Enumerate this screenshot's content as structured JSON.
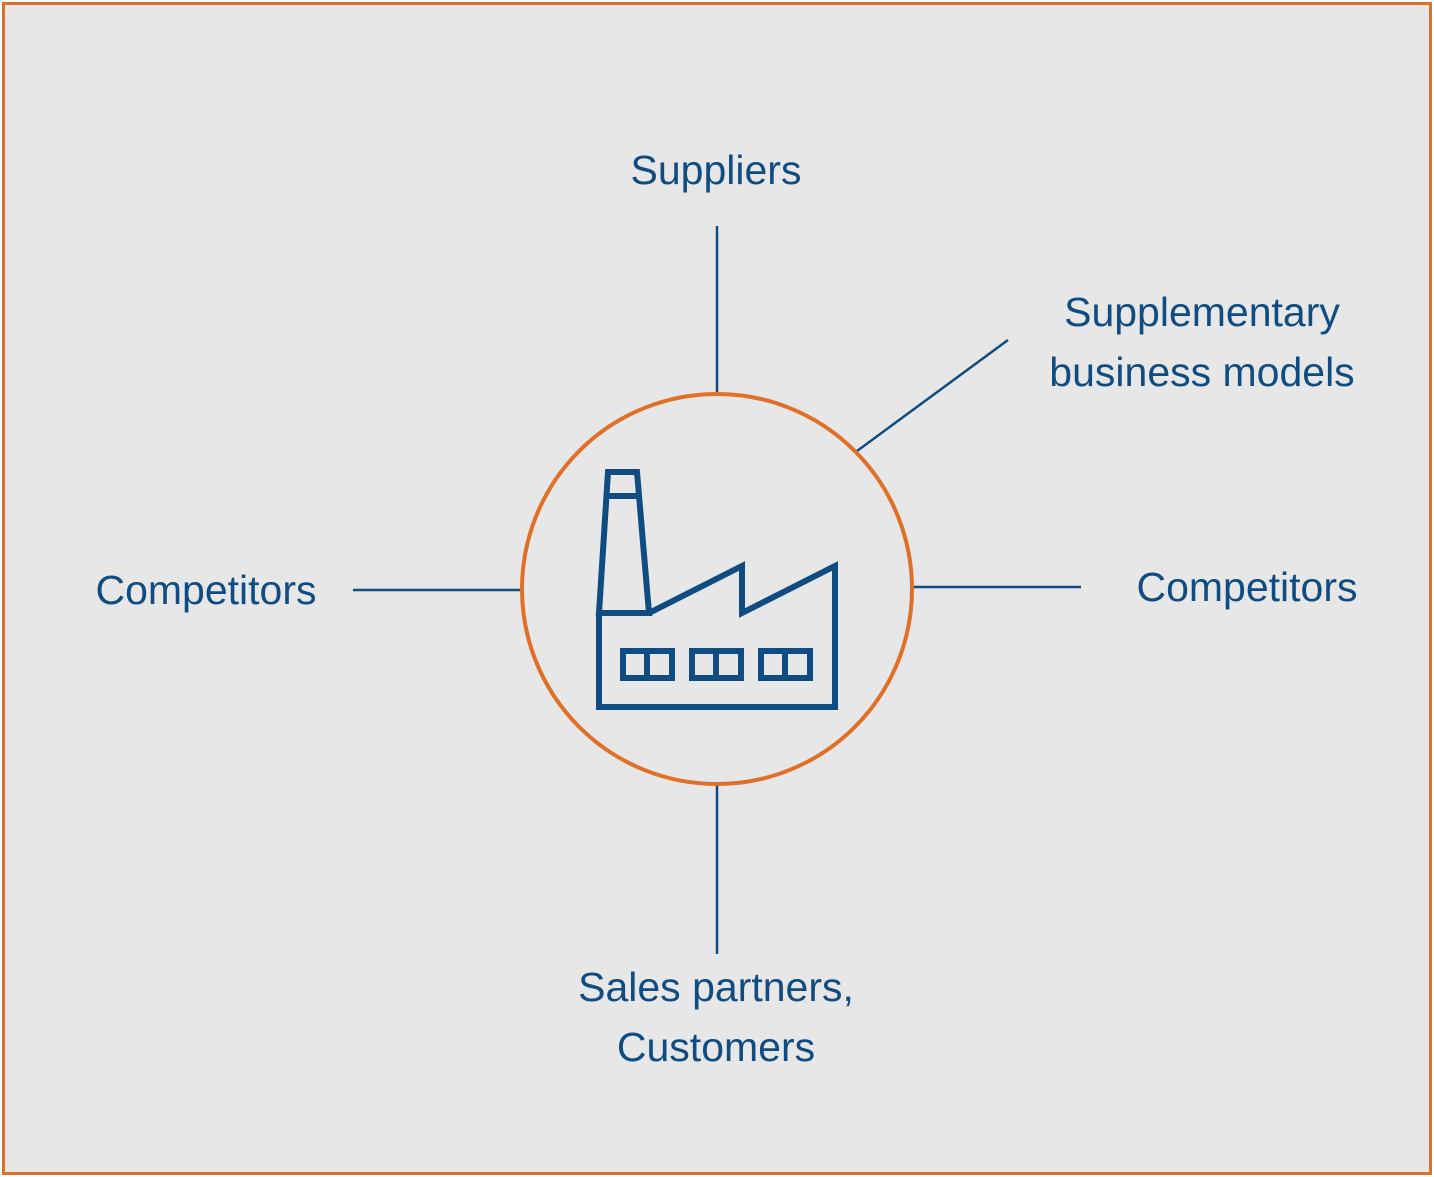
{
  "colors": {
    "frame_border": "#e07028",
    "background": "#e7e7e8",
    "circle": "#e07028",
    "line": "#0f4c81",
    "text": "#0f4c81",
    "icon": "#0f4c81"
  },
  "center": {
    "icon": "factory-icon"
  },
  "labels": {
    "top": "Suppliers",
    "top_right_line1": "Supplementary",
    "top_right_line2": "business models",
    "left": "Competitors",
    "right": "Competitors",
    "bottom_line1": "Sales partners,",
    "bottom_line2": "Customers"
  }
}
